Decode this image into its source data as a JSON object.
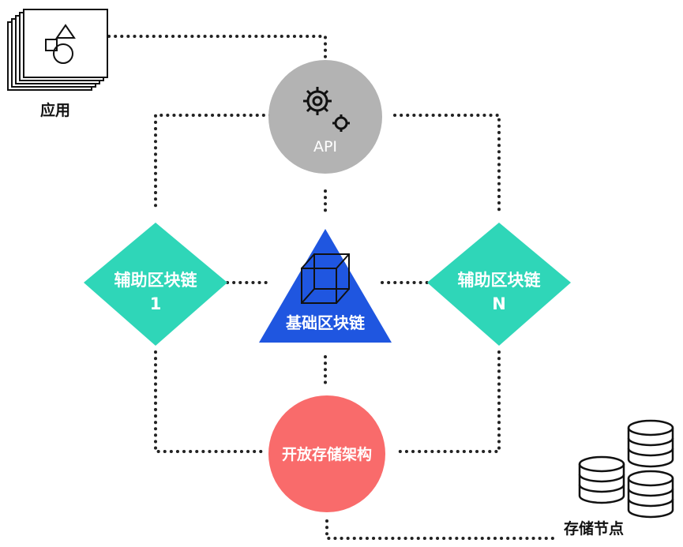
{
  "nodes": {
    "app": {
      "label": "应用",
      "icon": "app-window-icon"
    },
    "api": {
      "label": "API",
      "icon": "gears-icon"
    },
    "base_chain": {
      "label": "基础区块链",
      "icon": "cube-icon"
    },
    "aux_chain_1": {
      "label_line1": "辅助区块链",
      "label_line2": "1"
    },
    "aux_chain_n": {
      "label_line1": "辅助区块链",
      "label_line2": "N"
    },
    "open_storage": {
      "label": "开放存储架构"
    },
    "storage_nodes": {
      "label": "存储节点",
      "icon": "database-stack-icon"
    }
  },
  "colors": {
    "api": "#b3b3b3",
    "base_chain": "#1f56e0",
    "aux_chain": "#2fd6b8",
    "open_storage": "#f96b6b",
    "line": "#222222"
  }
}
